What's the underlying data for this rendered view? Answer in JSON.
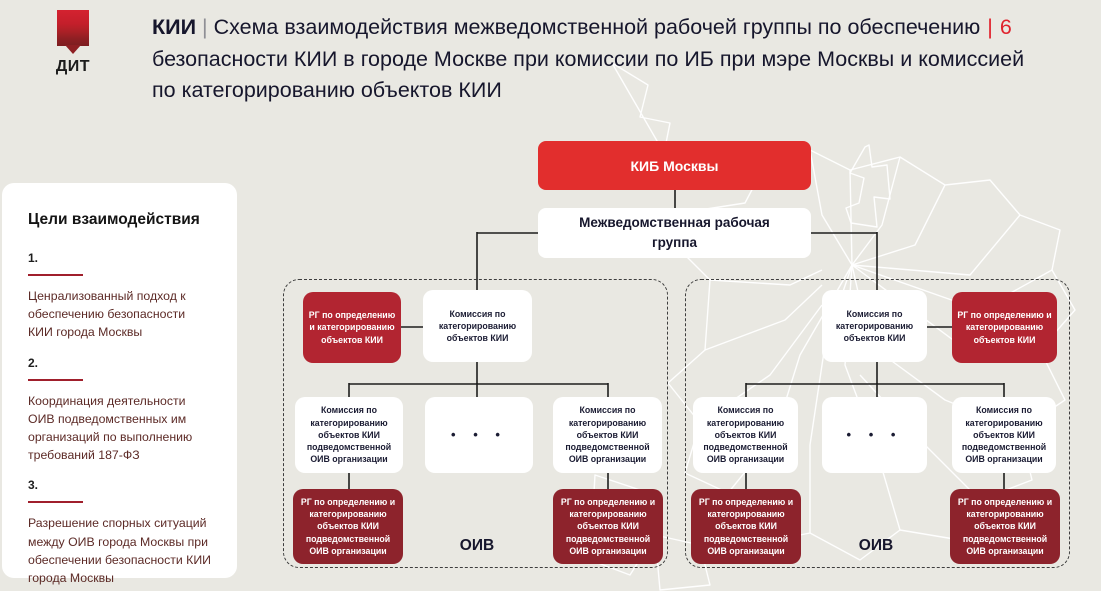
{
  "slide": {
    "logo_text": "ДИТ",
    "title": {
      "prefix": "КИИ",
      "separator": "|",
      "line1": "Схема взаимодействия межведомственной рабочей группы по обеспечению",
      "page_separator": "|",
      "page_number": "6",
      "line2": "безопасности КИИ в городе Москве при комиссии по ИБ при мэре Москвы и комиссией",
      "line3": "по категорированию объектов КИИ"
    }
  },
  "sidebar": {
    "heading": "Цели взаимодействия",
    "items": [
      {
        "num": "1.",
        "text": "Ценрализованный подход к обеспечению безопасности КИИ города Москвы"
      },
      {
        "num": "2.",
        "text": "Координация деятельности ОИВ подведомственных им организаций по выполнению требований 187-ФЗ"
      },
      {
        "num": "3.",
        "text": "Разрешение спорных ситуаций между ОИВ города Москвы при обеспечении безопасности КИИ города Москвы"
      }
    ]
  },
  "diagram": {
    "root_label": "КИБ Москвы",
    "working_group_label": "Межведомственная рабочая группа",
    "groups": [
      {
        "rg_label": "РГ по определению и категорированию объектов КИИ",
        "commission_label": "Комиссия по категорированию объектов КИИ",
        "child_commission_label": "Комиссия по категорированию объектов КИИ подведомственной ОИВ организации",
        "dots": "• • •",
        "child_rg_label": "РГ по определению и категорированию объектов КИИ подведомственной ОИВ организации",
        "oiv_label": "ОИВ"
      },
      {
        "rg_label": "РГ по определению и категорированию объектов КИИ",
        "commission_label": "Комиссия по категорированию объектов КИИ",
        "child_commission_label": "Комиссия по категорированию объектов КИИ подведомственной ОИВ организации",
        "dots": "• • •",
        "child_rg_label": "РГ по определению и категорированию объектов КИИ подведомственной ОИВ организации",
        "oiv_label": "ОИВ"
      }
    ]
  },
  "colors": {
    "background": "#e9e8e2",
    "bright_red": "#e22e2d",
    "crimson": "#b22531",
    "dark_maroon": "#8d232c",
    "page_number_red": "#e0232e",
    "sidebar_rule_red": "#a01f2c",
    "sidebar_text": "#5c2a26",
    "box_text_dark": "#1b1c33"
  }
}
